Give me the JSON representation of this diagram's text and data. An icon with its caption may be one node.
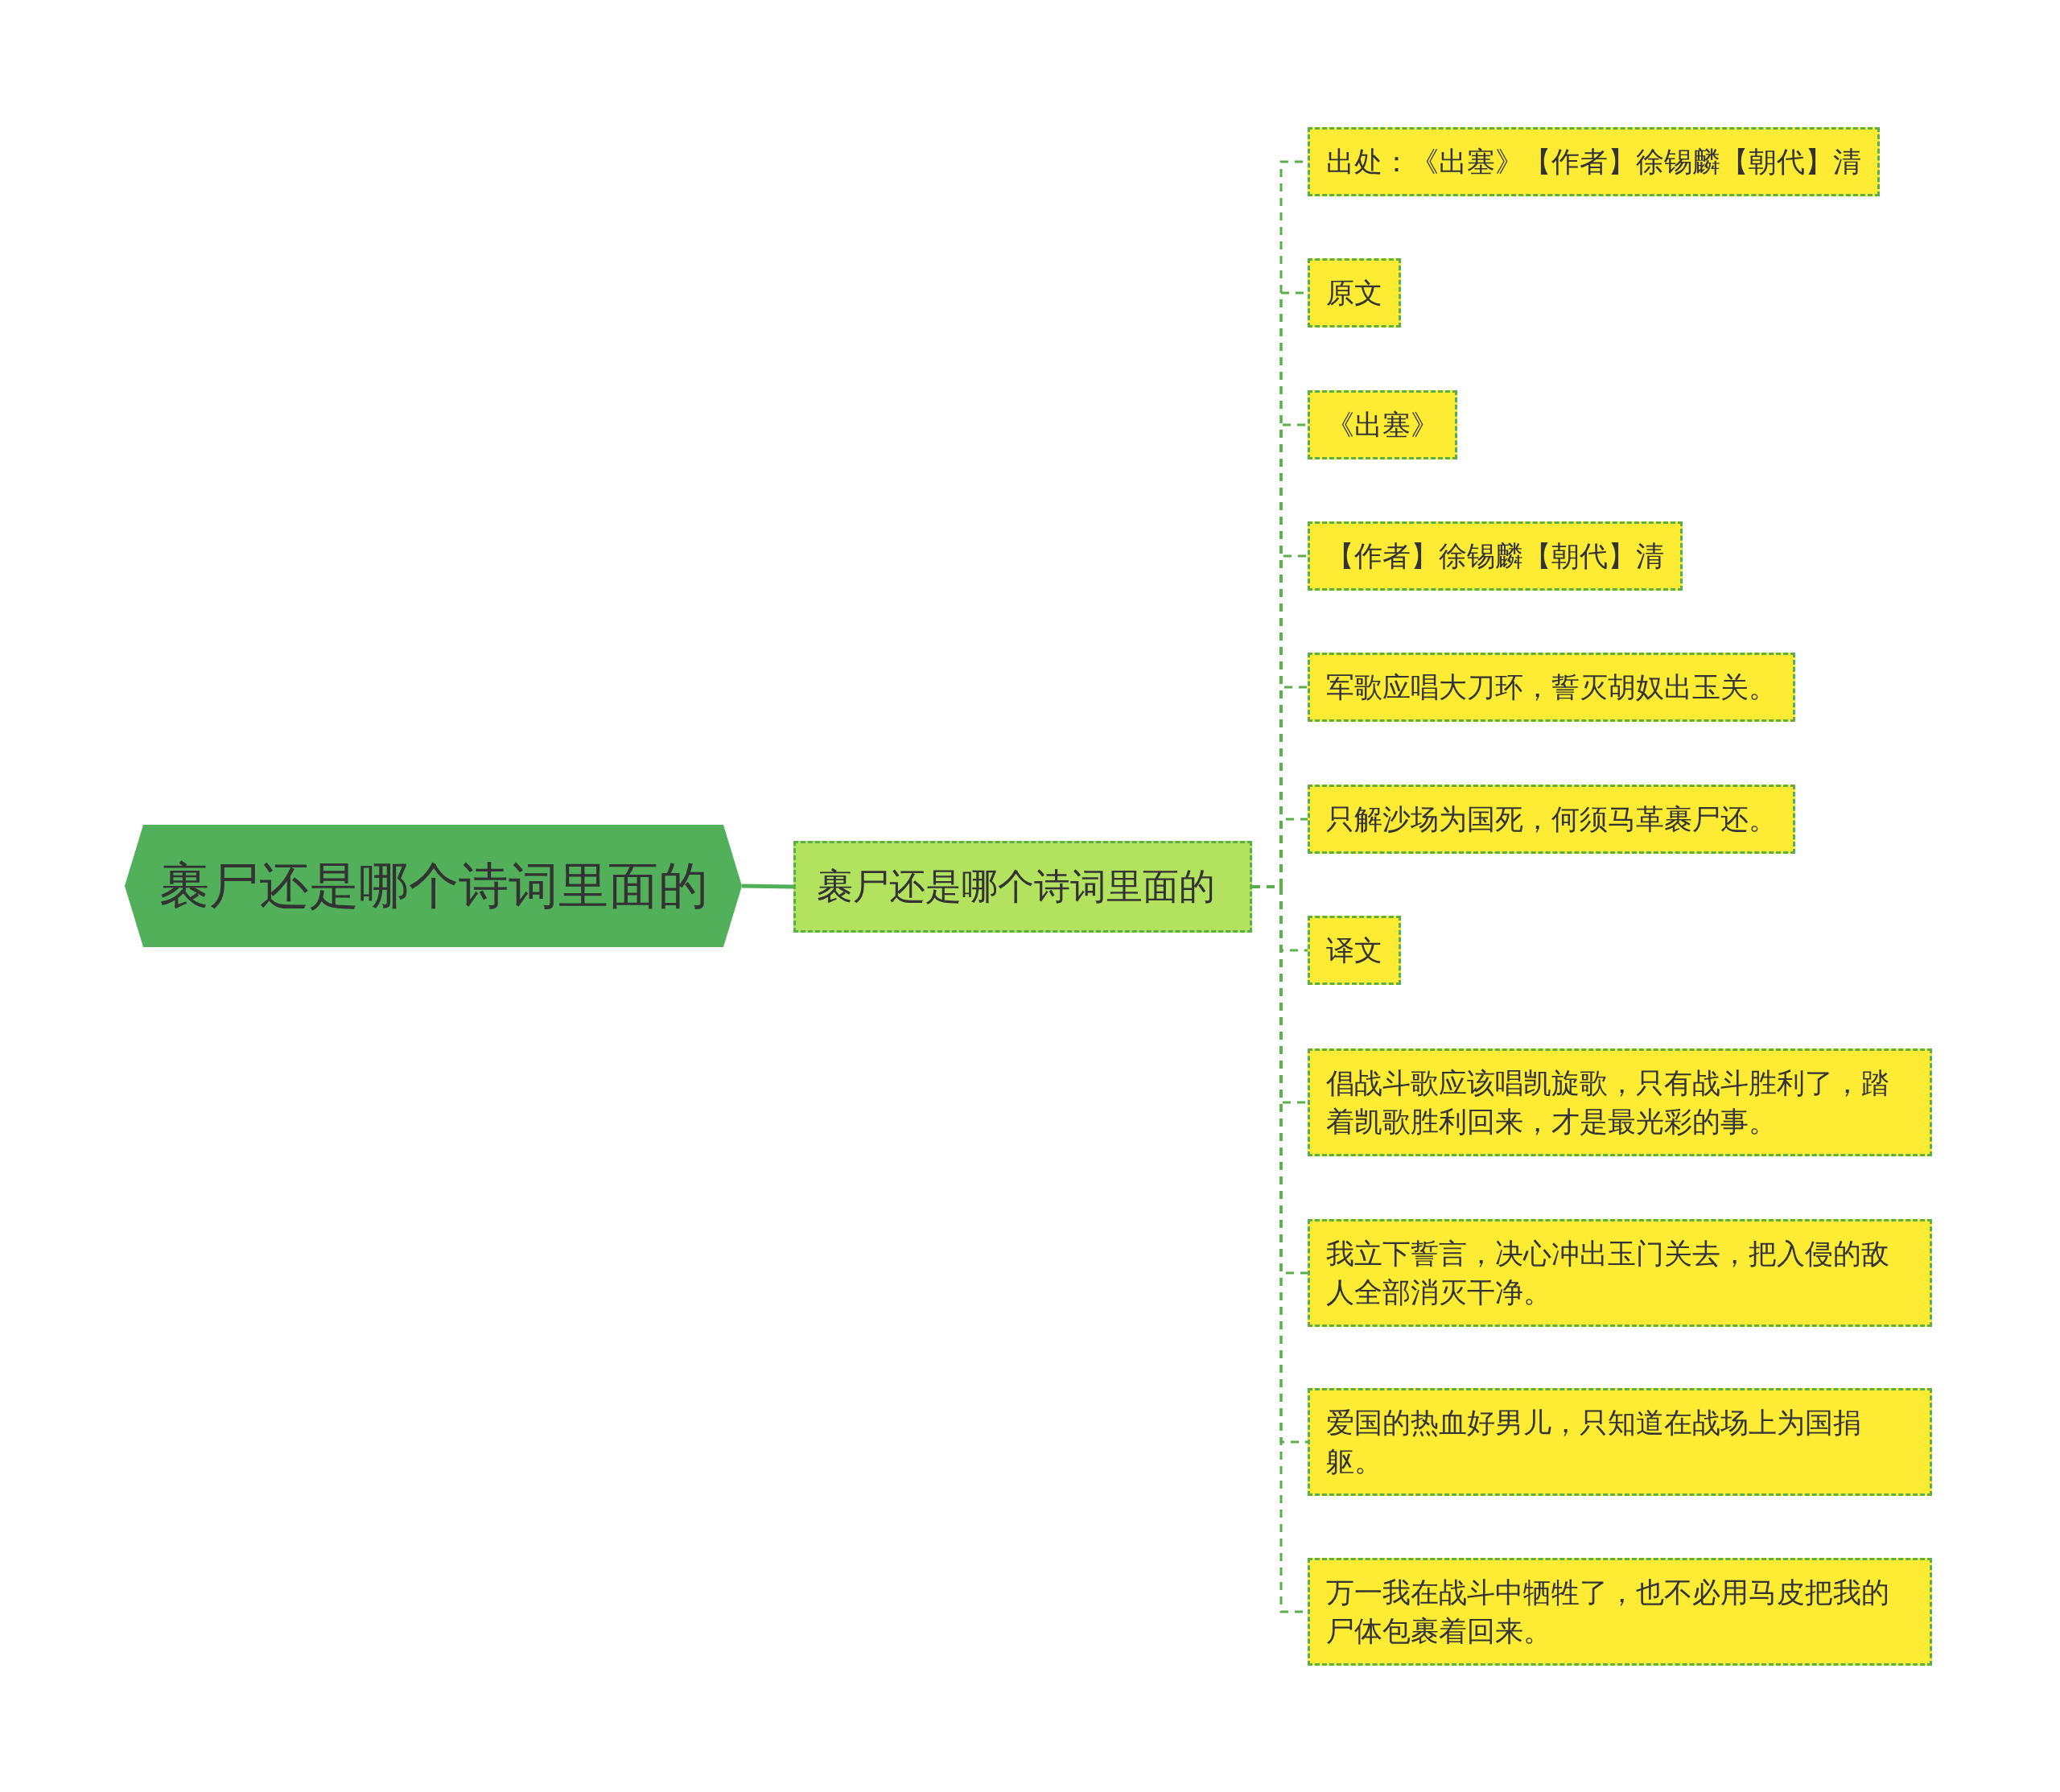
{
  "diagram": {
    "nodes": [
      {
        "text": [
          "裹尸还是哪个诗词里面的"
        ]
      },
      {
        "text": [
          "裹尸还是哪个诗词里面的"
        ]
      },
      {
        "text": [
          "出处：《出塞》【作者】徐锡麟【朝代】清"
        ]
      },
      {
        "text": [
          "原文"
        ]
      },
      {
        "text": [
          "《出塞》"
        ]
      },
      {
        "text": [
          "【作者】徐锡麟【朝代】清"
        ]
      },
      {
        "text": [
          "军歌应唱大刀环，誓灭胡奴出玉关。"
        ]
      },
      {
        "text": [
          "只解沙场为国死，何须马革裹尸还。"
        ]
      },
      {
        "text": [
          "译文"
        ]
      },
      {
        "text": [
          "倡战斗歌应该唱凯旋歌，只有战斗胜利了，踏着凯歌胜利回来，才是最光彩的事。"
        ]
      },
      {
        "text": [
          "我立下誓言，决心冲出玉门关去，把入侵的敌人全部消灭干净。"
        ]
      },
      {
        "text": [
          "爱国的热血好男儿，只知道在战场上为国捐躯。"
        ]
      },
      {
        "text": [
          "万一我在战斗中牺牲了，也不必用马皮把我的尸体包裹着回来。"
        ]
      }
    ],
    "edges": [
      {
        "from": 0,
        "to": 1,
        "arrow": "none"
      },
      {
        "from": 1,
        "to": 2,
        "arrow": "none",
        "style": "dashed"
      },
      {
        "from": 1,
        "to": 3,
        "arrow": "none",
        "style": "dashed"
      },
      {
        "from": 1,
        "to": 4,
        "arrow": "none",
        "style": "dashed"
      },
      {
        "from": 1,
        "to": 5,
        "arrow": "none",
        "style": "dashed"
      },
      {
        "from": 1,
        "to": 6,
        "arrow": "none",
        "style": "dashed"
      },
      {
        "from": 1,
        "to": 7,
        "arrow": "none",
        "style": "dashed"
      },
      {
        "from": 1,
        "to": 8,
        "arrow": "none",
        "style": "dashed"
      },
      {
        "from": 1,
        "to": 9,
        "arrow": "none",
        "style": "dashed"
      },
      {
        "from": 1,
        "to": 10,
        "arrow": "none",
        "style": "dashed"
      },
      {
        "from": 1,
        "to": 11,
        "arrow": "none",
        "style": "dashed"
      },
      {
        "from": 1,
        "to": 12,
        "arrow": "none",
        "style": "dashed"
      }
    ]
  }
}
